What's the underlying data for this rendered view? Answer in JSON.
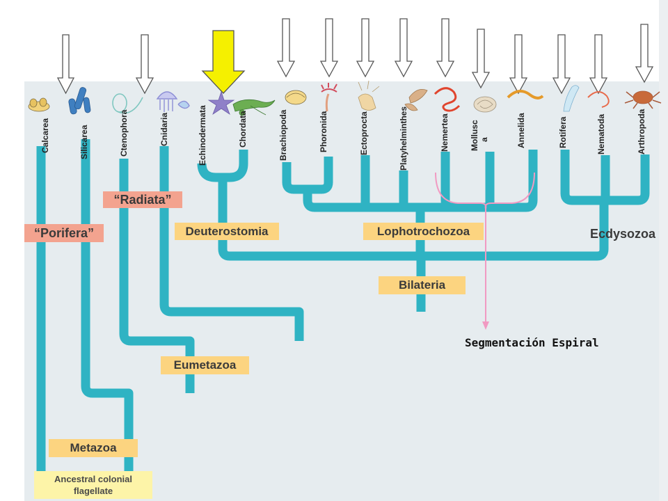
{
  "taxa": [
    {
      "key": "calcarea",
      "label": "Calcarea"
    },
    {
      "key": "silicarea",
      "label": "Silicarea"
    },
    {
      "key": "ctenophora",
      "label": "Ctenophora"
    },
    {
      "key": "cnidaria",
      "label": "Cnidaria"
    },
    {
      "key": "echinodermata",
      "label": "Echinodermata"
    },
    {
      "key": "chordata",
      "label": "Chordata"
    },
    {
      "key": "brachiopoda",
      "label": "Brachiopoda"
    },
    {
      "key": "phoronida",
      "label": "Phoronida"
    },
    {
      "key": "ectoprocta",
      "label": "Ectoprocta"
    },
    {
      "key": "platyhelminthes",
      "label": "Platyhelminthes"
    },
    {
      "key": "nemertea",
      "label": "Nemertea"
    },
    {
      "key": "mollusca",
      "label": "Mollusc",
      "label2": "a"
    },
    {
      "key": "annelida",
      "label": "Annelida"
    },
    {
      "key": "rotifera",
      "label": "Rotifera"
    },
    {
      "key": "nematoda",
      "label": "Nematoda"
    },
    {
      "key": "arthropoda",
      "label": "Arthropoda"
    }
  ],
  "groups": {
    "porifera": "“Porifera”",
    "radiata": "“Radiata”",
    "deuterostomia": "Deuterostomia",
    "lophotrochozoa": "Lophotrochozoa",
    "ecdysozoa": "Ecdysozoa",
    "bilateria": "Bilateria",
    "eumetazoa": "Eumetazoa",
    "metazoa": "Metazoa",
    "ancestor": "Ancestral colonial flagellate"
  },
  "annotation": {
    "spiral_label": "Segmentación Espiral"
  },
  "colors": {
    "branch": "#2fb3c3",
    "label_fill": "#fcd480",
    "label_pink": "#f3a38f",
    "ancestor_fill": "#fdf4a8",
    "highlight_arrow": "#f5f000",
    "bracket": "#f19ac2",
    "panel": "#e6ecef"
  }
}
